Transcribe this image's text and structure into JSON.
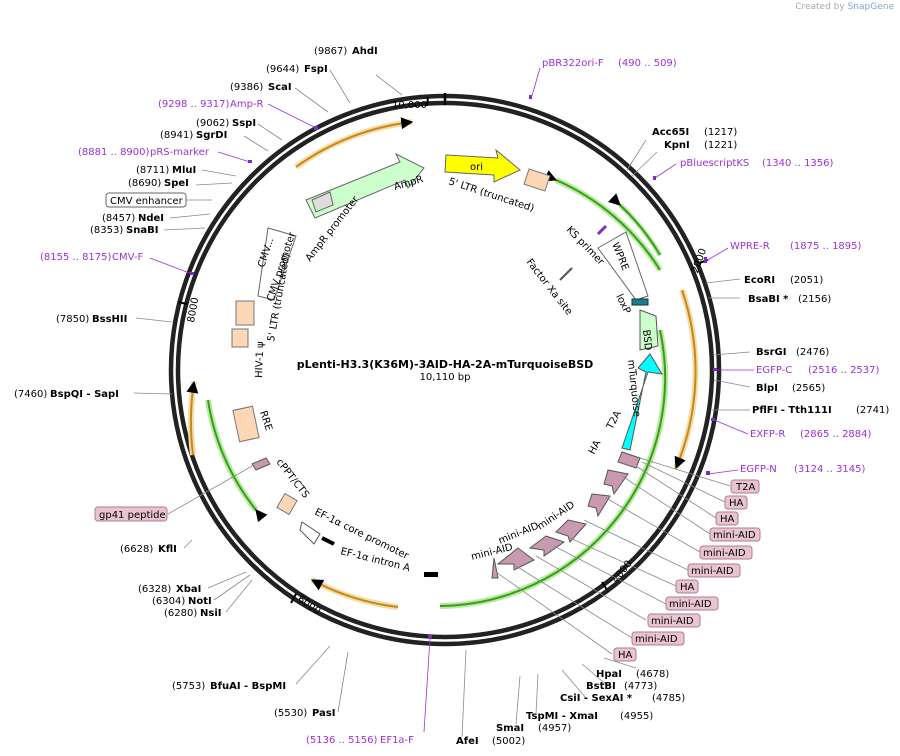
{
  "credit": {
    "prefix": "Created by",
    "brand": "SnapGene"
  },
  "plasmid": {
    "name": "pLenti-H3.3(K36M)-3AID-HA-2A-mTurquoiseBSD",
    "length": "10,110 bp",
    "total_bp": 10110
  },
  "colors": {
    "ring": "#222222",
    "enzyme": "#000000",
    "primer": "#9b30d9",
    "orf_fill": "#ffffff",
    "orf_green": "#3a9b1e",
    "orf_orange": "#e0a030",
    "ltr": "#fbd7b5",
    "ori": "#ffff00",
    "ampr": "#ccffcc",
    "aid": "#c999b0",
    "cyan": "#00ffff",
    "gp41": "#e8c4cf"
  },
  "ticks": [
    {
      "bp": 10000,
      "label": "10,000"
    },
    {
      "bp": 2000,
      "label": "2000"
    },
    {
      "bp": 4000,
      "label": "4000"
    },
    {
      "bp": 6000,
      "label": "6000"
    },
    {
      "bp": 8000,
      "label": "8000"
    }
  ],
  "enzymes_right": [
    {
      "name": "Acc65I",
      "pos": "(1217)"
    },
    {
      "name": "KpnI",
      "pos": "(1221)"
    },
    {
      "name": "EcoRI",
      "pos": "(2051)"
    },
    {
      "name": "BsaBI *",
      "pos": "(2156)"
    },
    {
      "name": "BsrGI",
      "pos": "(2476)"
    },
    {
      "name": "BlpI",
      "pos": "(2565)"
    },
    {
      "name": "PflFI - Tth111I",
      "pos": "(2741)"
    },
    {
      "name": "HpaI",
      "pos": "(4678)"
    },
    {
      "name": "BstBI",
      "pos": "(4773)"
    },
    {
      "name": "CsiI - SexAI *",
      "pos": "(4785)"
    },
    {
      "name": "TspMI - XmaI",
      "pos": "(4955)"
    },
    {
      "name": "SmaI",
      "pos": "(4957)"
    },
    {
      "name": "AfeI",
      "pos": "(5002)"
    }
  ],
  "enzymes_left": [
    {
      "name": "AhdI",
      "pos": "(9867)"
    },
    {
      "name": "FspI",
      "pos": "(9644)"
    },
    {
      "name": "ScaI",
      "pos": "(9386)"
    },
    {
      "name": "SspI",
      "pos": "(9062)"
    },
    {
      "name": "SgrDI",
      "pos": "(8941)"
    },
    {
      "name": "MluI",
      "pos": "(8711)"
    },
    {
      "name": "SpeI",
      "pos": "(8690)"
    },
    {
      "name": "NdeI",
      "pos": "(8457)"
    },
    {
      "name": "SnaBI",
      "pos": "(8353)"
    },
    {
      "name": "BssHII",
      "pos": "(7850)"
    },
    {
      "name": "BspQI - SapI",
      "pos": "(7460)"
    },
    {
      "name": "KflI",
      "pos": "(6628)"
    },
    {
      "name": "XbaI",
      "pos": "(6328)"
    },
    {
      "name": "NotI",
      "pos": "(6304)"
    },
    {
      "name": "NsiI",
      "pos": "(6280)"
    },
    {
      "name": "BfuAI - BspMI",
      "pos": "(5753)"
    },
    {
      "name": "PasI",
      "pos": "(5530)"
    }
  ],
  "primers": [
    {
      "name": "pBR322ori-F",
      "range": "(490 .. 509)"
    },
    {
      "name": "pBluescriptKS",
      "range": "(1340 .. 1356)"
    },
    {
      "name": "WPRE-R",
      "range": "(1875 .. 1895)"
    },
    {
      "name": "EGFP-C",
      "range": "(2516 .. 2537)"
    },
    {
      "name": "EXFP-R",
      "range": "(2865 .. 2884)"
    },
    {
      "name": "EGFP-N",
      "range": "(3124 .. 3145)"
    },
    {
      "name": "EF1a-F",
      "range": "(5136 .. 5156)"
    },
    {
      "name": "CMV-F",
      "range": "(8155 .. 8175)"
    },
    {
      "name": "pRS-marker",
      "range": "(8881 .. 8900)"
    },
    {
      "name": "Amp-R",
      "range": "(9298 .. 9317)"
    }
  ],
  "feature_tags": [
    "T2A",
    "HA",
    "HA",
    "mini-AID",
    "mini-AID",
    "mini-AID",
    "HA",
    "mini-AID",
    "mini-AID",
    "mini-AID",
    "HA"
  ],
  "boxed_left": {
    "cmv_enhancer": "CMV enhancer",
    "gp41": "gp41 peptide"
  },
  "inner_labels": {
    "ori": "ori",
    "ltr5_trunc": "5' LTR (truncated)",
    "ampr": "AmpR",
    "ampr_promoter": "AmpR promoter",
    "ks_primer": "KS primer",
    "wpre": "WPRE",
    "factor_xa": "Factor Xa site",
    "loxp": "loxP",
    "bsd": "BSD",
    "mturquoise": "mTurquoise",
    "t2a": "T2A",
    "ha": "HA",
    "mini_aid_1": "mini-AID",
    "mini_aid_2": "mini-AID",
    "mini_aid_3": "mini-AID",
    "cmv_short": "CMV...",
    "cmv_promoter": "CMV promoter",
    "ltr5_trunc_left": "5' LTR (truncated)",
    "hiv_psi": "HIV-1 ψ",
    "rre": "RRE",
    "cppt": "cPPT/CTS",
    "ef1a_core": "EF-1α core promoter",
    "ef1a_intron": "EF-1α intron A"
  }
}
